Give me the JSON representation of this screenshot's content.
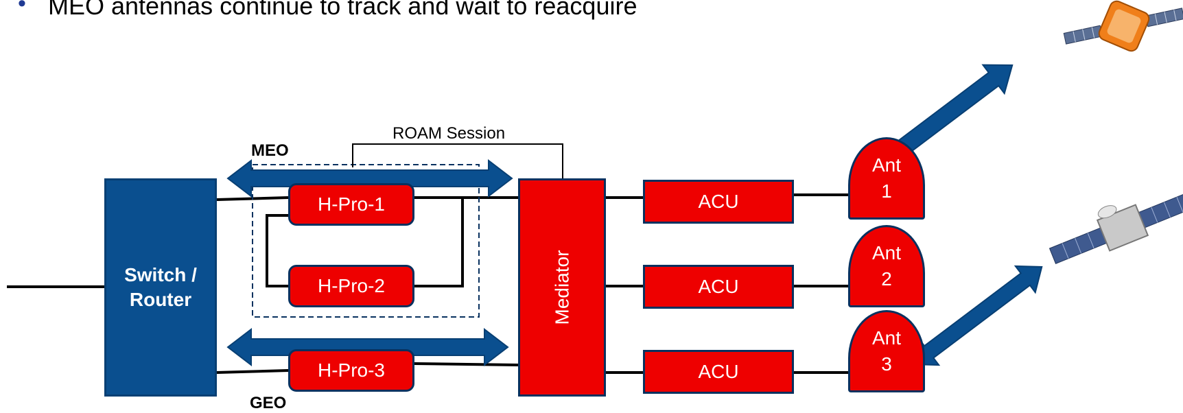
{
  "heading": "MEO antennas continue to track and wait to reacquire",
  "bullet": "•",
  "labels": {
    "meo": "MEO",
    "geo": "GEO",
    "roam_session": "ROAM Session"
  },
  "nodes": {
    "switch_router": [
      "Switch /",
      "Router"
    ],
    "hpro_1": "H-Pro-1",
    "hpro_2": "H-Pro-2",
    "hpro_3": "H-Pro-3",
    "mediator": "Mediator",
    "acu_1": "ACU",
    "acu_2": "ACU",
    "acu_3": "ACU",
    "ant_1": [
      "Ant",
      "1"
    ],
    "ant_2": [
      "Ant",
      "2"
    ],
    "ant_3": [
      "Ant",
      "3"
    ]
  },
  "colors": {
    "node_blue": "#0a4f8f",
    "node_red": "#ee0000",
    "arrow_blue": "#0a4f8f"
  },
  "icons": {
    "meo_satellite": "satellite-orange-icon",
    "geo_satellite": "satellite-geo-icon"
  }
}
